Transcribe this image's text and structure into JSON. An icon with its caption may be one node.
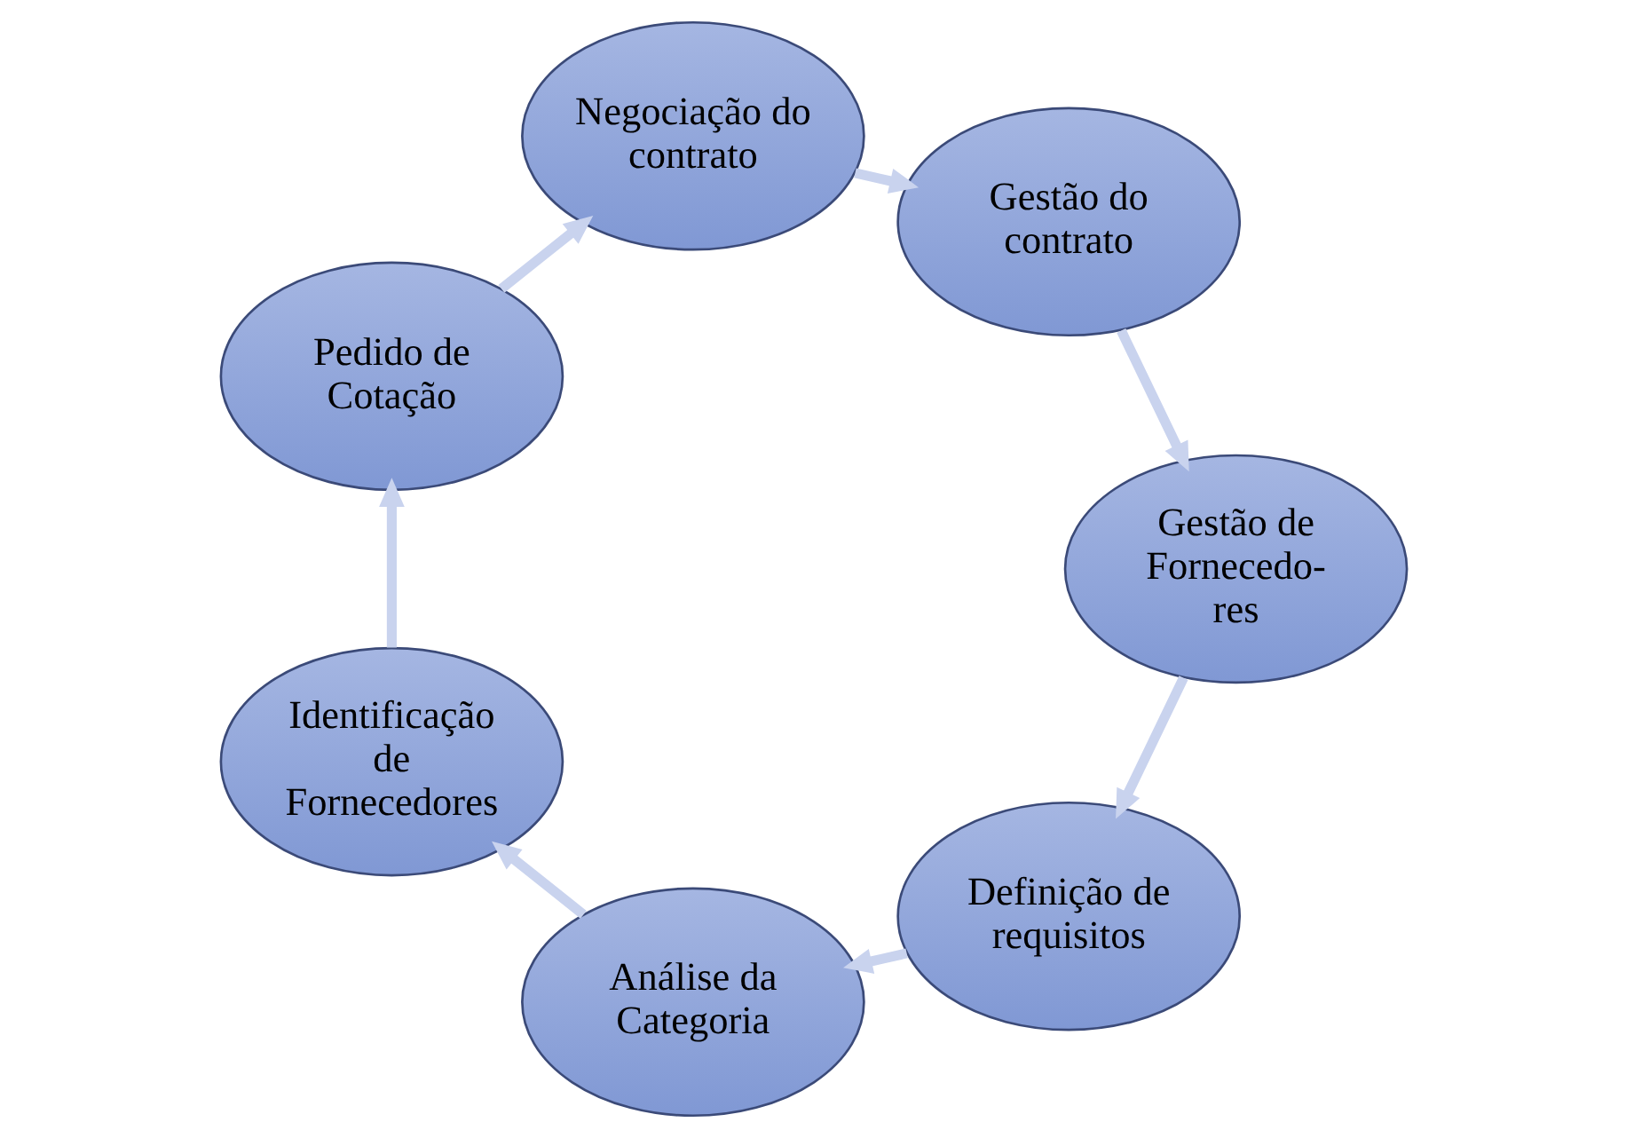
{
  "diagram": {
    "nodes": [
      {
        "text": [
          "Definição de requisitos"
        ]
      },
      {
        "text": [
          "Análise da Categoria"
        ]
      },
      {
        "text": [
          "Identificação de Fornecedores"
        ]
      },
      {
        "text": [
          "Pedido de Cotação"
        ]
      },
      {
        "text": [
          "Negociação do contrato"
        ]
      },
      {
        "text": [
          "Gestão do contrato"
        ]
      },
      {
        "text": [
          "Gestão de Fornecedo- res"
        ]
      }
    ],
    "edges": [
      {
        "from": 0,
        "to": 1,
        "arrow": "to"
      },
      {
        "from": 1,
        "to": 2,
        "arrow": "to"
      },
      {
        "from": 2,
        "to": 3,
        "arrow": "to"
      },
      {
        "from": 3,
        "to": 4,
        "arrow": "to"
      },
      {
        "from": 4,
        "to": 5,
        "arrow": "to"
      },
      {
        "from": 5,
        "to": 6,
        "arrow": "to"
      },
      {
        "from": 6,
        "to": 0,
        "arrow": "to"
      }
    ]
  }
}
